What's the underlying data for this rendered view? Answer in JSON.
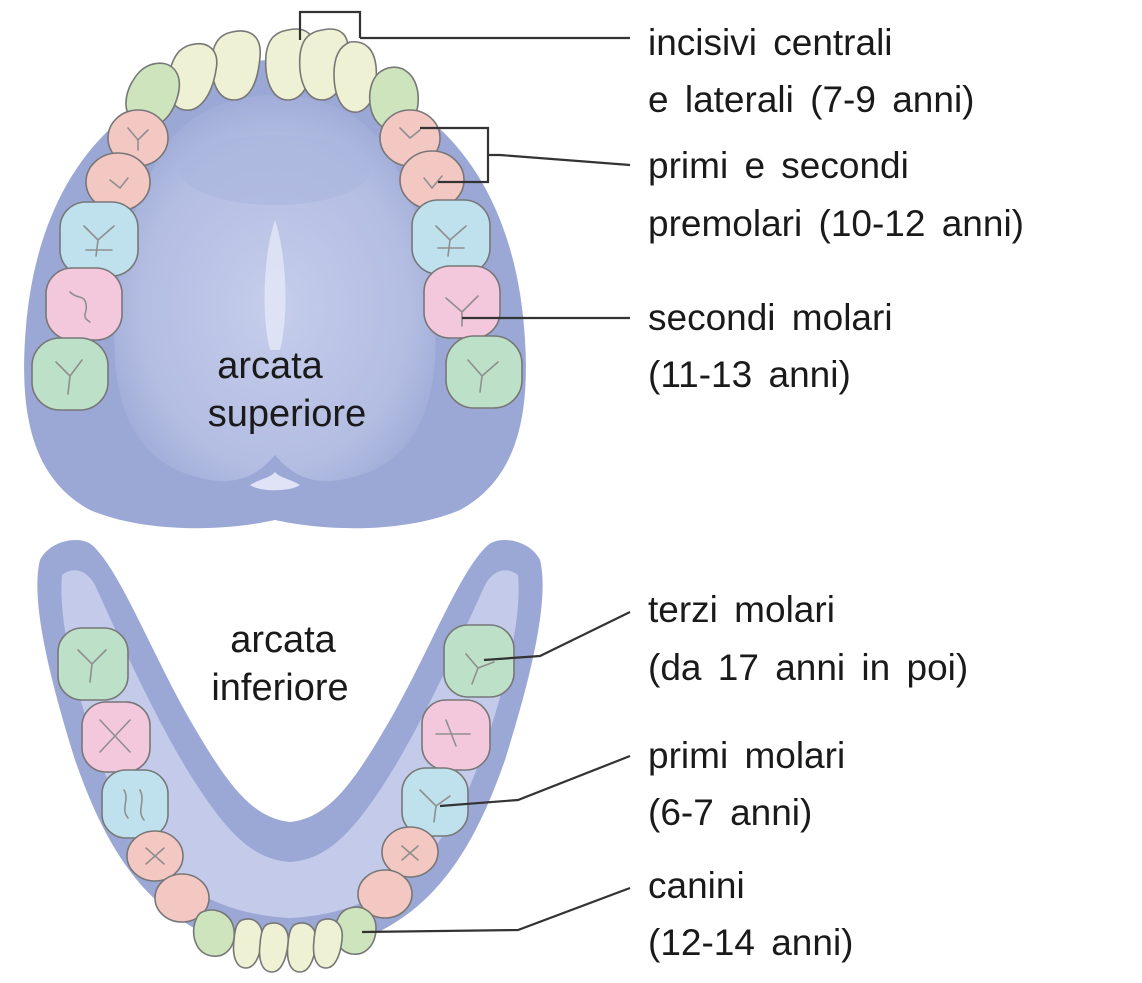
{
  "arches": {
    "upper": {
      "line1": "arcata",
      "line2": "superiore"
    },
    "lower": {
      "line1": "arcata",
      "line2": "inferiore"
    }
  },
  "callouts": [
    {
      "line1": "incisivi centrali",
      "line2": "e laterali (7-9 anni)"
    },
    {
      "line1": "primi e secondi",
      "line2": "premolari (10-12 anni)"
    },
    {
      "line1": "secondi molari",
      "line2": "(11-13 anni)"
    },
    {
      "line1": "terzi molari",
      "line2": "(da 17 anni in poi)"
    },
    {
      "line1": "primi molari",
      "line2": "(6-7 anni)"
    },
    {
      "line1": "canini",
      "line2": "(12-14 anni)"
    }
  ],
  "colors": {
    "gum_outer": "#9fabd6",
    "gum_inner": "#c4cbea",
    "incisor": "#eef1d3",
    "canine": "#cde4bd",
    "premolar": "#f4c8c2",
    "first_molar": "#bfe1ee",
    "second_molar": "#f3c8dc",
    "third_molar": "#bde0c8"
  }
}
